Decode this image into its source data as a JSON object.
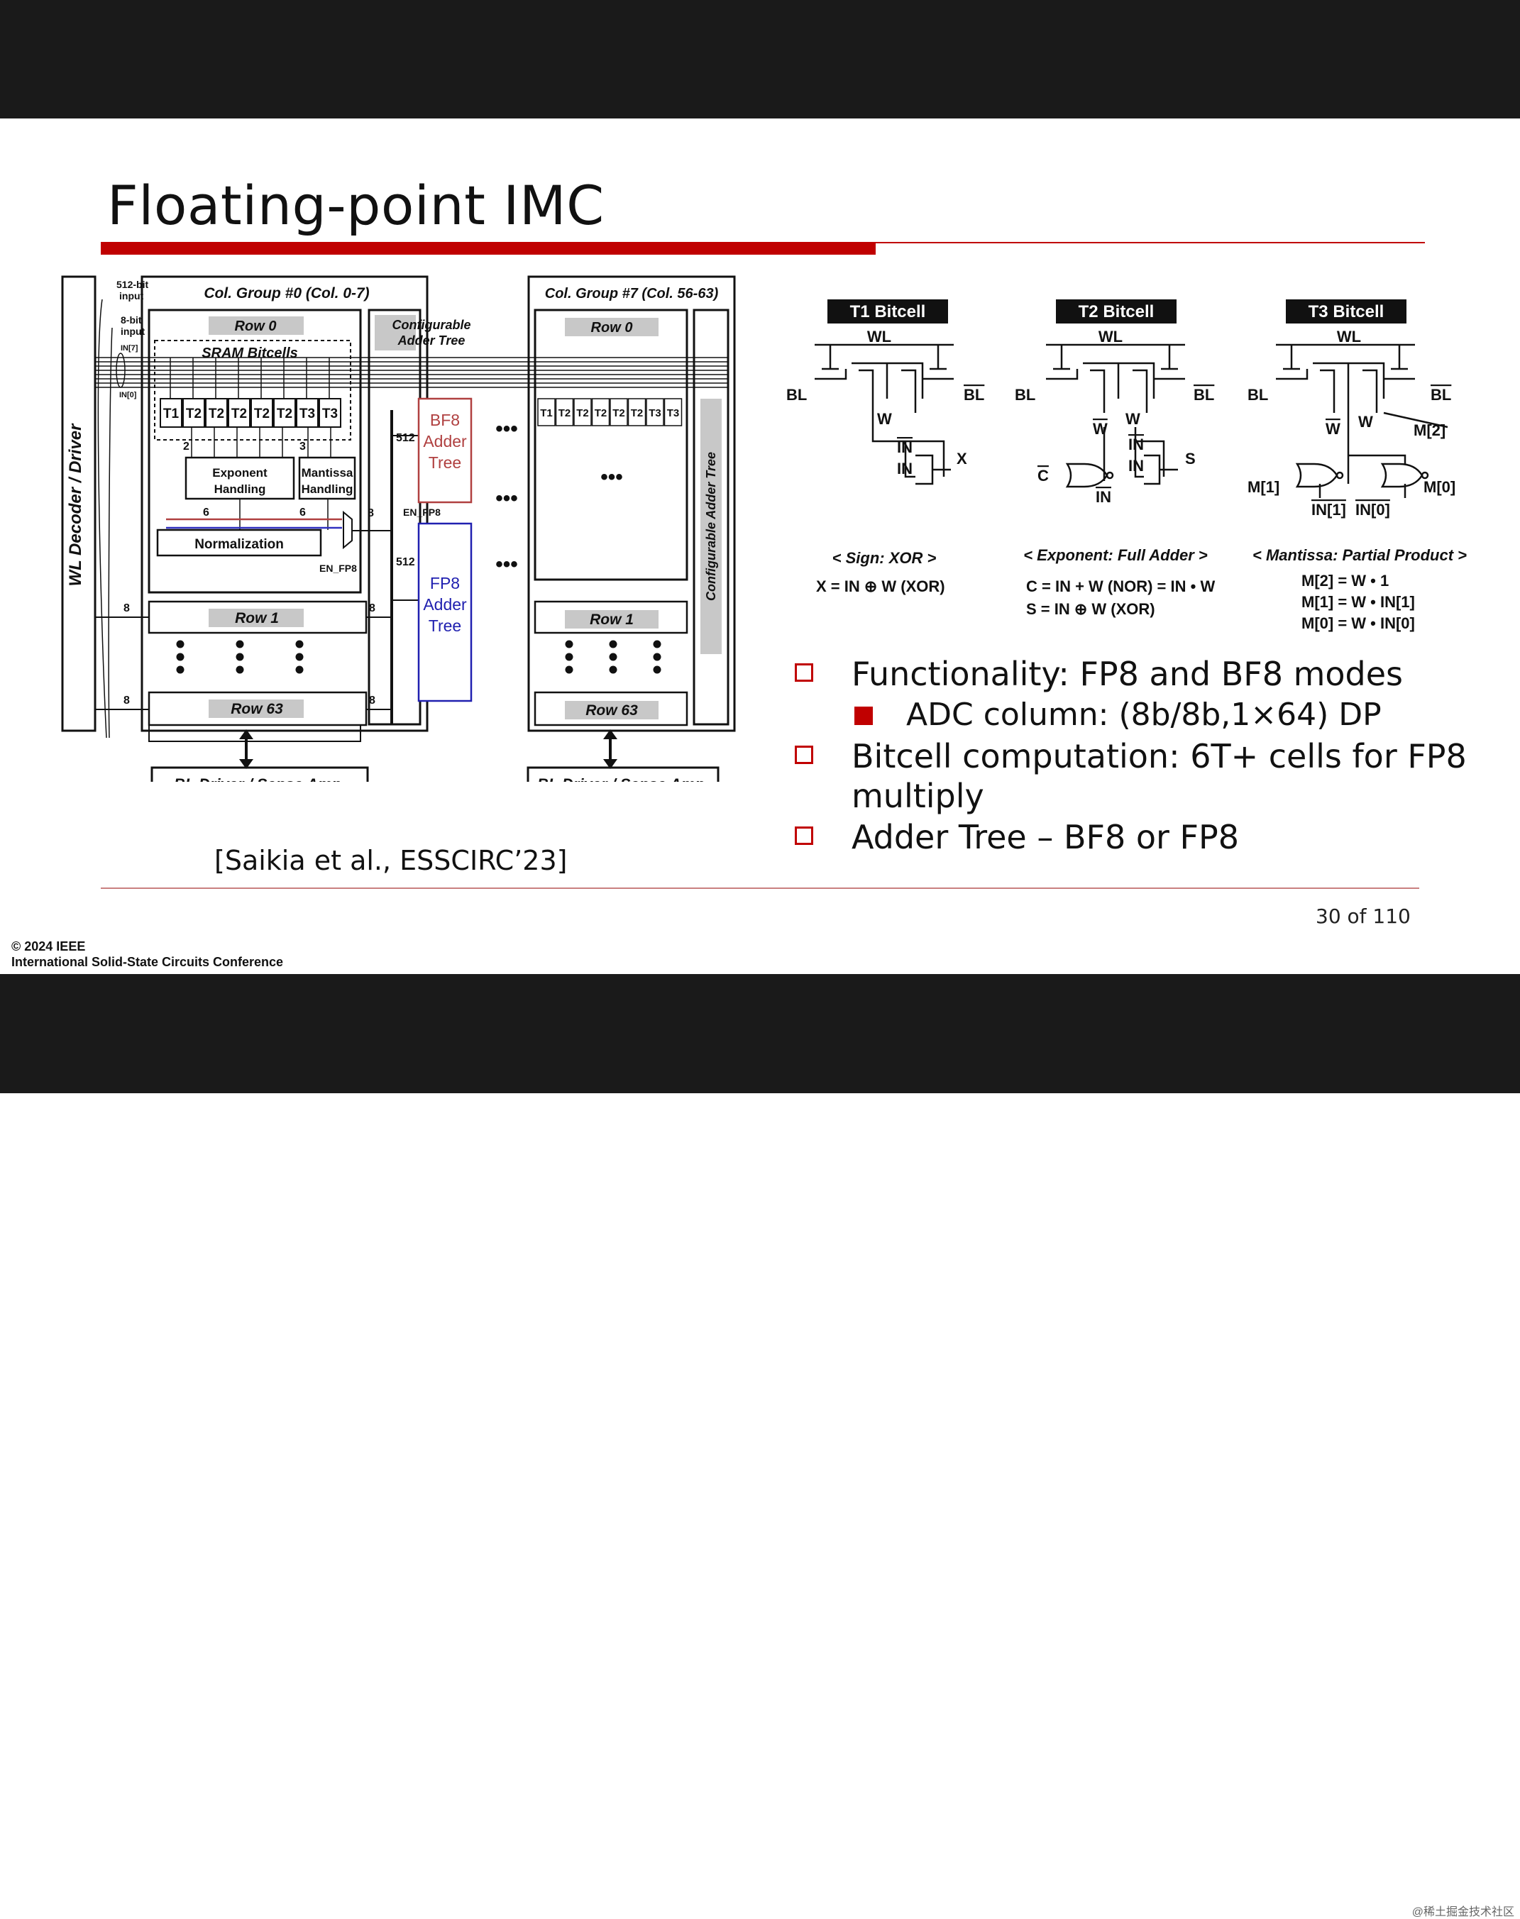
{
  "slide": {
    "title": "Floating-point IMC",
    "citation": "[Saikia et al., ESSCIRC’23]",
    "page": "30 of 110",
    "copyright_line1": "© 2024 IEEE",
    "copyright_line2": "International Solid-State Circuits Conference",
    "watermark": "@稀土掘金技术社区",
    "accent_color": "#c00000"
  },
  "bullets": [
    {
      "level": 1,
      "text": "Functionality: FP8 and BF8 modes"
    },
    {
      "level": 2,
      "text": "ADC column: (8b/8b,1×64) DP"
    },
    {
      "level": 1,
      "text": "Bitcell computation: 6T+ cells for FP8 multiply"
    },
    {
      "level": 1,
      "text": "Adder Tree – BF8 or FP8"
    }
  ],
  "diagram": {
    "wl_decoder": "WL Decoder / Driver",
    "input_512": [
      "512-bit",
      "input"
    ],
    "input_8": [
      "8-bit",
      "input"
    ],
    "in7": "IN[7]",
    "in0": "IN[0]",
    "col_group_0": "Col. Group #0 (Col. 0-7)",
    "col_group_7": "Col. Group #7 (Col. 56-63)",
    "row0": "Row 0",
    "row1": "Row 1",
    "row63": "Row 63",
    "sram_bitcells": "SRAM Bitcells",
    "cells": [
      "T1",
      "T2",
      "T2",
      "T2",
      "T2",
      "T2",
      "T3",
      "T3"
    ],
    "exp_handling": [
      "Exponent",
      "Handling"
    ],
    "man_handling": [
      "Mantissa",
      "Handling"
    ],
    "normalization": "Normalization",
    "config_adder": [
      "Configurable",
      "Adder Tree"
    ],
    "config_adder_vertical": "Configurable Adder Tree",
    "bf8_adder": [
      "BF8",
      "Adder",
      "Tree"
    ],
    "fp8_adder": [
      "FP8",
      "Adder",
      "Tree"
    ],
    "en_fp8": "EN_FP8",
    "bus_512": "512",
    "bus_8": "8",
    "bus_6": "6",
    "bus_2": "2",
    "bus_3": "3",
    "bl_driver": "BL Driver / Sense Amp.",
    "ellipsis": "•••"
  },
  "bitcells": {
    "t1": {
      "title": "T1 Bitcell",
      "wl": "WL",
      "bl": "BL",
      "blb": "BL",
      "w": "W",
      "in_b": "IN",
      "in": "IN",
      "out": "X",
      "caption": "< Sign: XOR >",
      "eq": [
        "X = IN ⊕ W (XOR)"
      ]
    },
    "t2": {
      "title": "T2 Bitcell",
      "wl": "WL",
      "bl": "BL",
      "blb": "BL",
      "w": "W",
      "wb": "W",
      "in_b": "IN",
      "in": "IN",
      "c": "C",
      "inb2": "IN",
      "out": "S",
      "caption": "< Exponent: Full Adder >",
      "eq": [
        "C = IN + W (NOR) = IN • W",
        "S = IN ⊕ W (XOR)"
      ]
    },
    "t3": {
      "title": "T3 Bitcell",
      "wl": "WL",
      "bl": "BL",
      "blb": "BL",
      "wb": "W",
      "w": "W",
      "m2": "M[2]",
      "m1": "M[1]",
      "m0": "M[0]",
      "in1": "IN[1]",
      "in0": "IN[0]",
      "caption": "< Mantissa: Partial Product >",
      "eq": [
        "M[2] = W • 1",
        "M[1] = W • IN[1]",
        "M[0] = W • IN[0]"
      ]
    }
  }
}
